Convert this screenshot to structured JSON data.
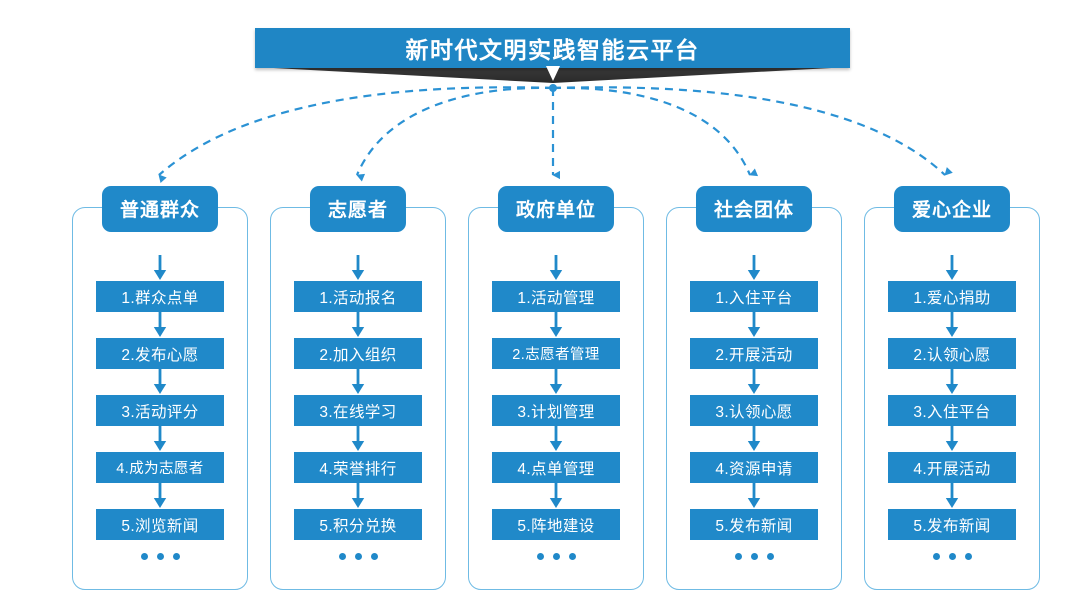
{
  "banner": {
    "title": "新时代文明实践智能云平台",
    "color": "#1f86c5",
    "shadow_color": "#2b2b2b"
  },
  "theme": {
    "accent": "#2089c9",
    "outline": "#6fbbe4",
    "dashed_line": "#2b92d4",
    "background": "#ffffff",
    "text_on_accent": "#ffffff"
  },
  "ellipsis_label": "•••",
  "columns": [
    {
      "header": "普通群众",
      "steps": [
        "1.群众点单",
        "2.发布心愿",
        "3.活动评分",
        "4.成为志愿者",
        "5.浏览新闻"
      ],
      "more": "•••"
    },
    {
      "header": "志愿者",
      "steps": [
        "1.活动报名",
        "2.加入组织",
        "3.在线学习",
        "4.荣誉排行",
        "5.积分兑换"
      ],
      "more": "•••"
    },
    {
      "header": "政府单位",
      "steps": [
        "1.活动管理",
        "2.志愿者管理",
        "3.计划管理",
        "4.点单管理",
        "5.阵地建设"
      ],
      "more": "•••"
    },
    {
      "header": "社会团体",
      "steps": [
        "1.入住平台",
        "2.开展活动",
        "3.认领心愿",
        "4.资源申请",
        "5.发布新闻"
      ],
      "more": "•••"
    },
    {
      "header": "爱心企业",
      "steps": [
        "1.爱心捐助",
        "2.认领心愿",
        "3.入住平台",
        "4.开展活动",
        "5.发布新闻"
      ],
      "more": "•••"
    }
  ]
}
